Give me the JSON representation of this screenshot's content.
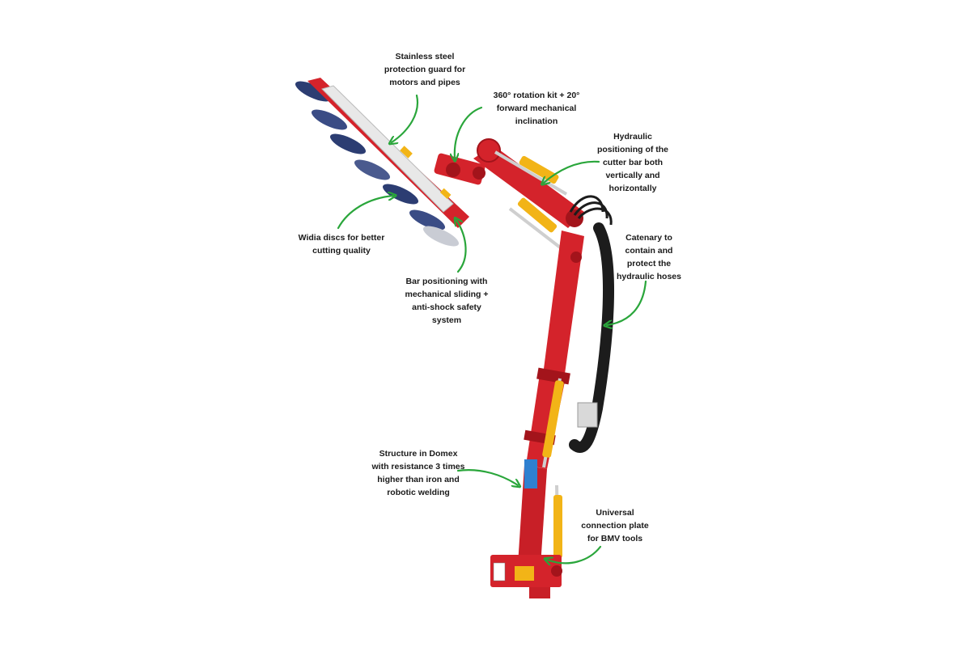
{
  "annotations": [
    {
      "id": "guard",
      "text": "Stainless steel\nprotection guard for\nmotors and pipes"
    },
    {
      "id": "rotation",
      "text": "360° rotation kit + 20°\nforward mechanical\ninclination"
    },
    {
      "id": "hydraulic",
      "text": "Hydraulic\npositioning of the\ncutter bar both\nvertically and\nhorizontally"
    },
    {
      "id": "discs",
      "text": "Widia discs for better\ncutting quality"
    },
    {
      "id": "catenary",
      "text": "Catenary to\ncontain and\nprotect the\nhydraulic hoses"
    },
    {
      "id": "sliding",
      "text": "Bar positioning with\nmechanical sliding +\nanti-shock safety\nsystem"
    },
    {
      "id": "structure",
      "text": "Structure in Domex\nwith resistance 3 times\nhigher than iron and\nrobotic welding"
    },
    {
      "id": "plate",
      "text": "Universal\nconnection plate\nfor BMV tools"
    }
  ],
  "colors": {
    "frame_red": "#d4232b",
    "frame_dark": "#a3141b",
    "cylinder_yellow": "#f2b417",
    "disc_blue": "#2c3d72",
    "arrow_green": "#2aa63b",
    "hose_black": "#1c1c1c"
  }
}
